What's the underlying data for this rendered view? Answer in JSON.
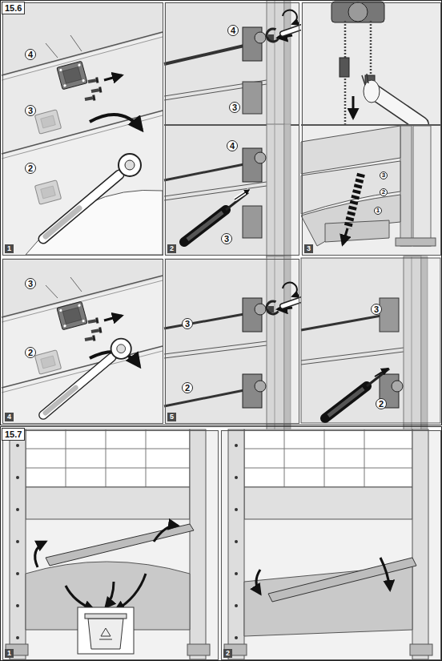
{
  "diagram": {
    "nodes": [
      {
        "text": [
          "15.6"
        ]
      },
      {
        "text": [
          "1"
        ],
        "in": 0
      },
      {
        "text": [
          "2"
        ],
        "in": 0
      },
      {
        "text": [
          "3"
        ],
        "in": 0
      },
      {
        "text": [
          "4"
        ],
        "in": 0
      },
      {
        "text": [
          "5"
        ],
        "in": 0
      },
      {
        "text": [
          "15.7"
        ]
      },
      {
        "text": [
          "1"
        ],
        "in": 6
      },
      {
        "text": [
          "2"
        ],
        "in": 6
      }
    ],
    "edges": [],
    "labels": [
      "4",
      "3",
      "2",
      "4",
      "3",
      "4",
      "3",
      "3",
      "2",
      "1",
      "3",
      "2",
      "3",
      "2",
      "3",
      "2"
    ]
  }
}
